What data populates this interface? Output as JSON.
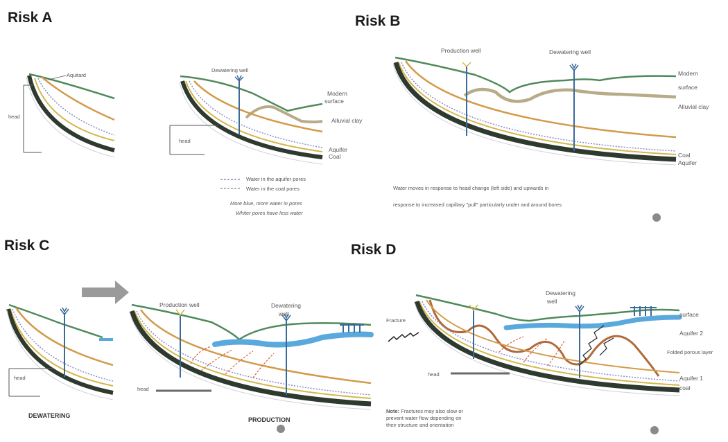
{
  "panels": {
    "risk_a": {
      "title": "Risk A",
      "labels": {
        "aquitard": "Aquitard",
        "head_left": "head",
        "dewatering_well": "Dewatering well",
        "modern_surface_1": "Modern",
        "modern_surface_2": "surface",
        "alluvial_clay": "Alluvial clay",
        "head": "head",
        "aquifer": "Aquifer",
        "coal": "Coal"
      },
      "legend": {
        "aquifer_pores": "Water in the aquifer pores",
        "coal_pores": "Water in the coal pores",
        "note_1": "More blue, more water in pores",
        "note_2": "Whiter pores have less water"
      }
    },
    "risk_b": {
      "title": "Risk B",
      "labels": {
        "production_well": "Production well",
        "dewatering_well": "Dewatering well",
        "modern_surface_1": "Modern",
        "modern_surface_2": "surface",
        "alluvial_clay": "Alluvial clay",
        "coal": "Coal",
        "aquifer": "Aquifer"
      },
      "caption_1": "Water moves in response to head change (left side) and upwards in",
      "caption_2": "response to increased capillary \"pull\" particularly under and around bores"
    },
    "risk_c": {
      "title": "Risk C",
      "labels": {
        "head_left": "head",
        "dewatering": "DEWATERING",
        "production_well": "Production well",
        "dewatering_well_1": "Dewatering",
        "dewatering_well_2": "well",
        "head": "head",
        "production": "PRODUCTION"
      }
    },
    "risk_d": {
      "title": "Risk D",
      "labels": {
        "fracture": "Fracture",
        "dewatering_well_1": "Dewatering",
        "dewatering_well_2": "well",
        "surface": "surface",
        "aquifer_2": "Aquifer 2",
        "folded_layer": "Folded porous layer",
        "head": "head",
        "aquifer_1": "Aquifer 1",
        "coal": "coal"
      },
      "note_label": "Note:",
      "note_1": "Fractures may also slow or",
      "note_2": "prevent water flow depending on",
      "note_3": "their structure and orientation"
    }
  },
  "colors": {
    "surface": "#4f8a5b",
    "alluvial_clay": "#b7ab88",
    "aquifer": "#d39a4a",
    "coal": "#2f3a2f",
    "water": "#5aa9dc",
    "well": "#3a6a9a",
    "arrow": "#d9643c",
    "folded_layer": "#b06a3a"
  }
}
